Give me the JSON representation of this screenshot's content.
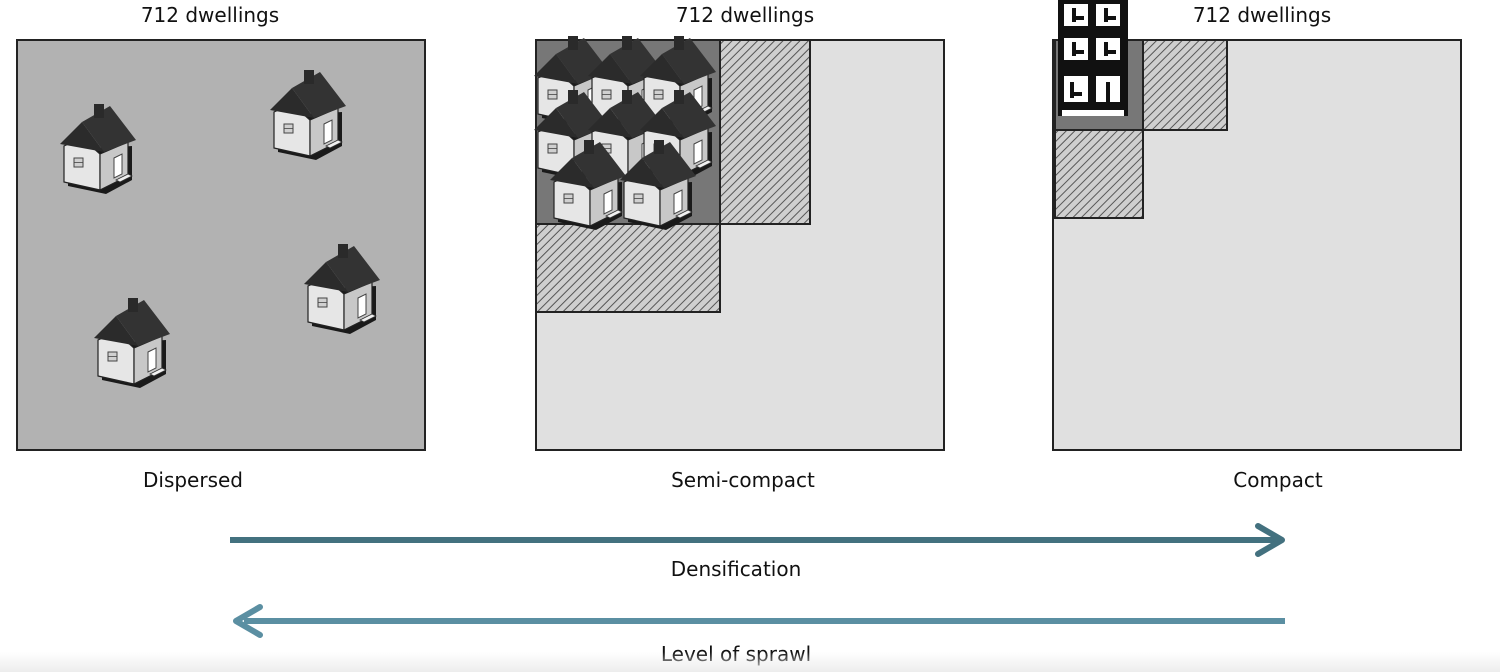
{
  "panels": [
    {
      "id": "dispersed",
      "count_label": "712 dwellings",
      "caption": "Dispersed"
    },
    {
      "id": "semi-compact",
      "count_label": "712 dwellings",
      "caption": "Semi-compact"
    },
    {
      "id": "compact",
      "count_label": "712 dwellings",
      "caption": "Compact"
    }
  ],
  "arrows": {
    "densification": {
      "label": "Densification",
      "direction": "right",
      "color": "#43717f"
    },
    "sprawl": {
      "label": "Level of sprawl",
      "direction": "left",
      "color": "#5b8fa2"
    }
  },
  "colors": {
    "dispersed_fill": "#b2b2b2",
    "land_fill": "#e0e0e0",
    "built_fill": "#777777",
    "hatch_bg": "#cfcfcf",
    "hatch_line": "#555555",
    "outline": "#222222"
  }
}
